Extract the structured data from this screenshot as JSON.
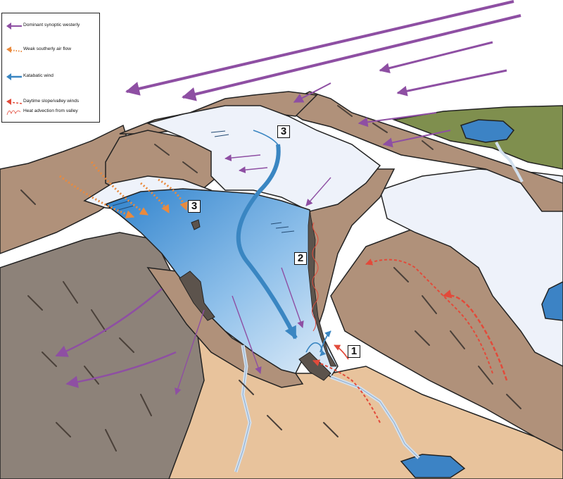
{
  "legend": {
    "items": [
      {
        "label": "Dominant synoptic westerly",
        "color": "#8e4fa3",
        "style": "solid"
      },
      {
        "label": "Weak southerly air flow",
        "color": "#ea8a3d",
        "style": "dotted"
      },
      {
        "label": "Katabatic wind",
        "color": "#3a86c2",
        "style": "solid"
      },
      {
        "label": "Daytime slope/valley winds",
        "color": "#e24a3a",
        "style": "dashed"
      },
      {
        "label": "Heat advection from valley",
        "color": "#e24a3a",
        "style": "squiggle"
      }
    ]
  },
  "zones": [
    {
      "label": "3"
    },
    {
      "label": "3"
    },
    {
      "label": "2"
    },
    {
      "label": "1"
    }
  ],
  "colors": {
    "westerly": "#8e4fa3",
    "southerly": "#ea8a3d",
    "katabatic": "#3a86c2",
    "valley_wind": "#e24a3a",
    "rock": "#b0917a",
    "rock_dark": "#8d8279",
    "valley_floor": "#e8c39c",
    "grass": "#7f8f4e",
    "lake": "#3c83c5",
    "snow": "#eef2fa",
    "ice": "#4a9fda"
  }
}
